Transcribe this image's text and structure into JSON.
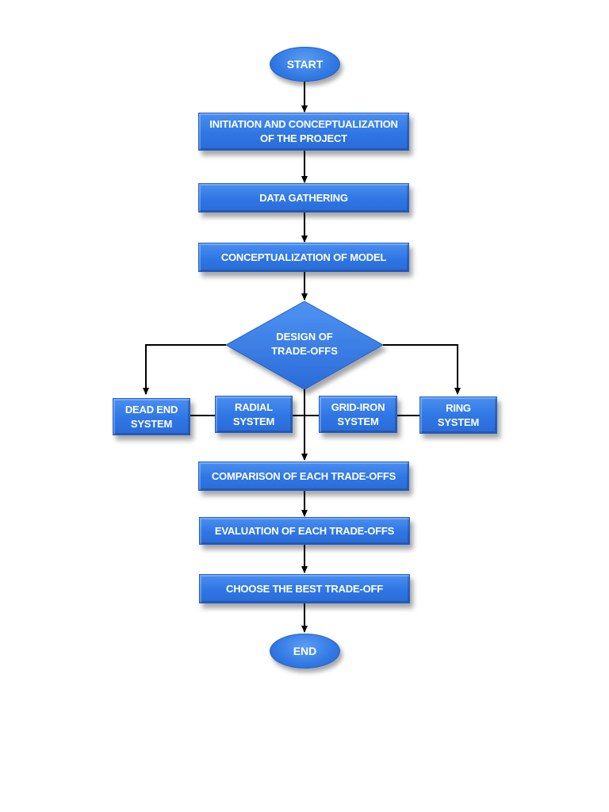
{
  "nodes": {
    "start": "START",
    "initiation": "INITIATION AND CONCEPTUALIZATION\nOF THE PROJECT",
    "data_gathering": "DATA GATHERING",
    "conceptualization_model": "CONCEPTUALIZATION OF MODEL",
    "design_tradeoffs": "DESIGN OF\nTRADE-OFFS",
    "dead_end": "DEAD END\nSYSTEM",
    "radial": "RADIAL\nSYSTEM",
    "grid_iron": "GRID-IRON\nSYSTEM",
    "ring": "RING\nSYSTEM",
    "comparison": "COMPARISON OF EACH TRADE-OFFS",
    "evaluation": "EVALUATION OF EACH TRADE-OFFS",
    "choose_best": "CHOOSE THE BEST TRADE-OFF",
    "end": "END"
  },
  "colors": {
    "box_fill": "#2f76e4",
    "box_border": "#245fc4",
    "connector": "#000000",
    "text": "#ffffff"
  }
}
